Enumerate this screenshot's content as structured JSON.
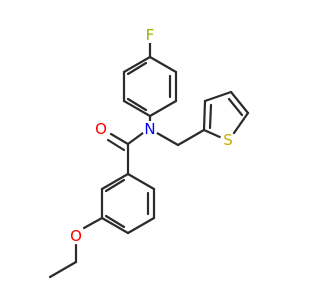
{
  "molecule": {
    "atoms": {
      "fluorine": {
        "symbol": "F",
        "color": "#8fb800"
      },
      "oxygen_carbonyl": {
        "symbol": "O",
        "color": "#ff0000"
      },
      "oxygen_ether": {
        "symbol": "O",
        "color": "#ff0000"
      },
      "nitrogen": {
        "symbol": "N",
        "color": "#0000ff"
      },
      "sulfur": {
        "symbol": "S",
        "color": "#c8aa00"
      }
    },
    "bond_color": "#2b2b2b"
  }
}
